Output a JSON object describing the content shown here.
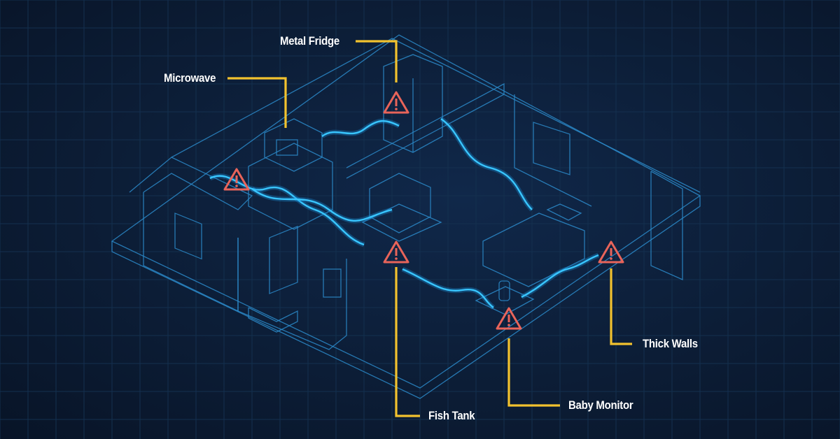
{
  "diagram": {
    "title": "Wi-Fi signal interference sources in a home",
    "accent_color": "#f2c22e",
    "warning_color": "#e8645a",
    "signal_color": "#39c6ff",
    "background_color": "#0b1a30",
    "labels": [
      {
        "id": "microwave",
        "text": "Microwave",
        "icon": "warning-icon"
      },
      {
        "id": "metal-fridge",
        "text": "Metal Fridge",
        "icon": "warning-icon"
      },
      {
        "id": "fish-tank",
        "text": "Fish Tank",
        "icon": "warning-icon"
      },
      {
        "id": "baby-monitor",
        "text": "Baby Monitor",
        "icon": "warning-icon"
      },
      {
        "id": "thick-walls",
        "text": "Thick Walls",
        "icon": "warning-icon"
      }
    ],
    "extra_warnings": [
      {
        "id": "router-area",
        "icon": "warning-icon"
      }
    ]
  }
}
